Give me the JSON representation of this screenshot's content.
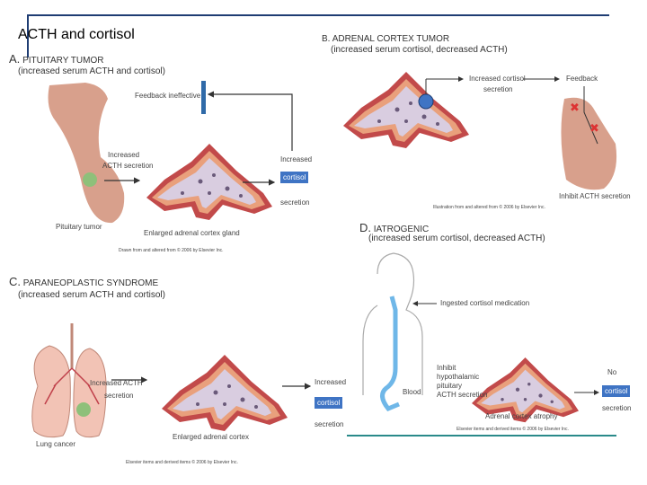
{
  "slide_title": "ACTH and cortisol",
  "panel_a": {
    "letter": "A.",
    "title": "PITUITARY TUMOR",
    "subtitle": "(increased serum ACTH and cortisol)",
    "feedback": "Feedback ineffective",
    "acth_line1": "Increased",
    "acth_line2": "ACTH secretion",
    "cortisol_line1": "Increased",
    "cortisol_box": "cortisol",
    "cortisol_line3": "secretion",
    "tumor_label": "Pituitary tumor",
    "gland_label": "Enlarged adrenal cortex gland",
    "credit": "Drawn from and altered from © 2006 by Elsevier Inc."
  },
  "panel_b": {
    "letter": "B.",
    "title": "ADRENAL CORTEX TUMOR",
    "subtitle": "(increased serum cortisol, decreased ACTH)",
    "cortisol_line1": "Increased cortisol",
    "cortisol_line2": "secretion",
    "feedback": "Feedback",
    "inhibit": "Inhibit ACTH secretion",
    "credit": "Illustration from and altered from © 2006 by Elsevier Inc."
  },
  "panel_c": {
    "letter": "C.",
    "title": "PARANEOPLASTIC SYNDROME",
    "subtitle": "(increased serum ACTH and cortisol)",
    "acth_line1": "Increased ACTH",
    "acth_line2": "secretion",
    "cortisol_line1": "Increased",
    "cortisol_box": "cortisol",
    "cortisol_line3": "secretion",
    "cancer_label": "Lung cancer",
    "gland_label": "Enlarged adrenal cortex",
    "credit": "Elsevier items and derived items © 2006 by Elsevier Inc."
  },
  "panel_d": {
    "letter": "D.",
    "title": "IATROGENIC",
    "subtitle": "(increased serum cortisol, decreased ACTH)",
    "ingested": "Ingested cortisol medication",
    "inhibit_1": "Inhibit",
    "inhibit_2": "hypothalamic",
    "inhibit_3": "pituitary",
    "inhibit_4": "ACTH secretion",
    "blood": "Blood",
    "atrophy": "Adrenal cortex atrophy",
    "no_line1": "No",
    "no_box": "cortisol",
    "no_line3": "secretion",
    "credit": "Elsevier items and derived items © 2006 by Elsevier Inc."
  },
  "colors": {
    "rule": "#1f3d73",
    "bottom_rule": "#2a8a8a",
    "feedback_bar": "#2f6aa8",
    "box": "#3f74c4",
    "gland_outer": "#c24a4a",
    "gland_mid": "#e9a07c",
    "gland_inner": "#d9cde0",
    "pituitary": "#d8a08c",
    "tumor": "#8ec07a",
    "lung": "#f2c3b5"
  }
}
